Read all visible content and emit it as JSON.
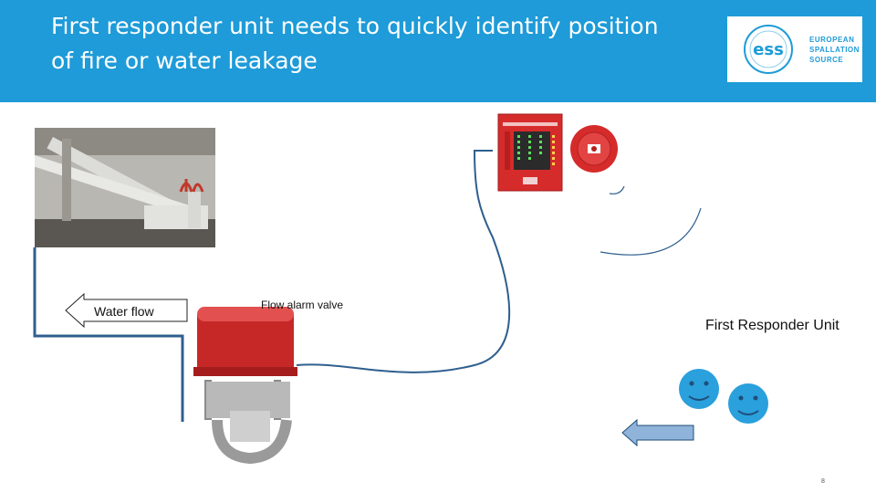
{
  "header": {
    "title_line1": "First responder unit needs to quickly identify position",
    "title_line2": "of fire or water leakage",
    "background_color": "#1e9bd8"
  },
  "logo": {
    "lines": [
      "EUROPEAN",
      "SPALLATION",
      "SOURCE"
    ],
    "mark": "ess"
  },
  "diagram": {
    "water_flow_label": "Water flow",
    "flow_alarm_valve_label": "Flow   alarm valve",
    "first_responder_label": "First Responder Unit",
    "control_panel_icon": "fire-alarm-control-panel-icon",
    "bell_icon": "fire-bell-icon",
    "responder_icons": [
      "smiley-icon",
      "smiley-icon"
    ],
    "line_color": "#2f5f8f"
  },
  "footer": {
    "page_number": "8"
  }
}
